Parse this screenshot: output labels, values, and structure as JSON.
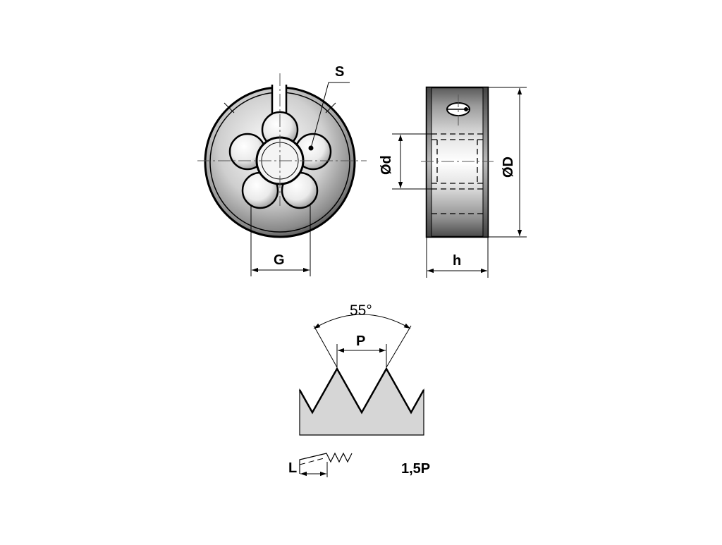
{
  "labels": {
    "slot_width": "S",
    "outer_diameter": "ØD",
    "bore_diameter": "Ød",
    "hole_spacing": "G",
    "thickness": "h",
    "thread_angle": "55°",
    "pitch": "P",
    "chamfer_length": "L",
    "chamfer_value": "1,5P"
  }
}
